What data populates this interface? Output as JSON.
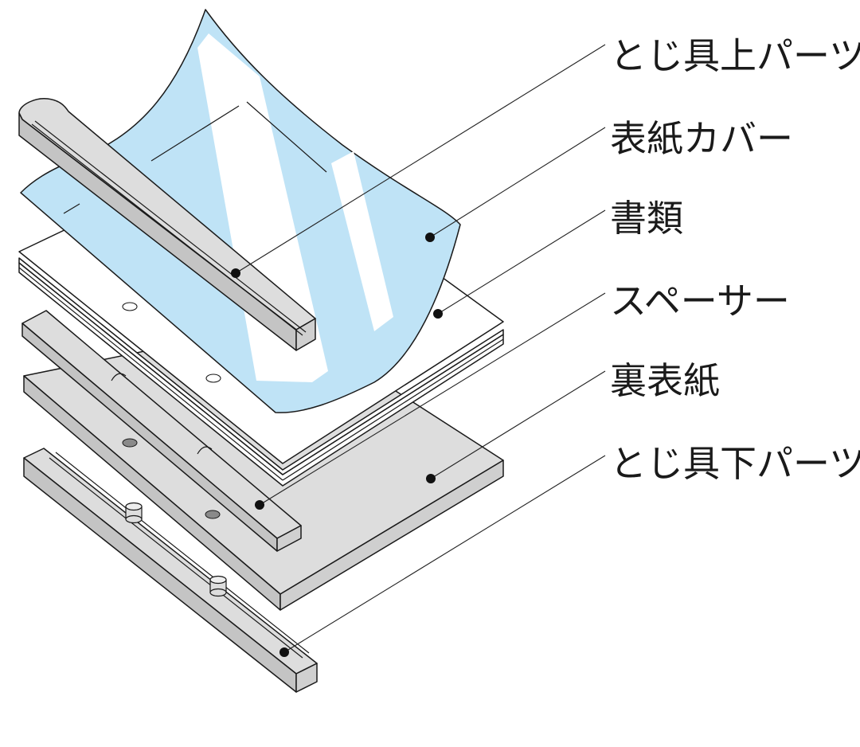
{
  "labels": {
    "upper_part": "とじ具上パーツ",
    "cover": "表紙カバー",
    "documents": "書類",
    "spacer": "スペーサー",
    "back_cover": "裏表紙",
    "lower_part": "とじ具下パーツ"
  },
  "colors": {
    "cover": "#bfe3f6",
    "gray_part": "#dddddd",
    "gray_side": "#c4c4c4",
    "paper": "#ffffff",
    "ink": "#1a1a1a"
  }
}
